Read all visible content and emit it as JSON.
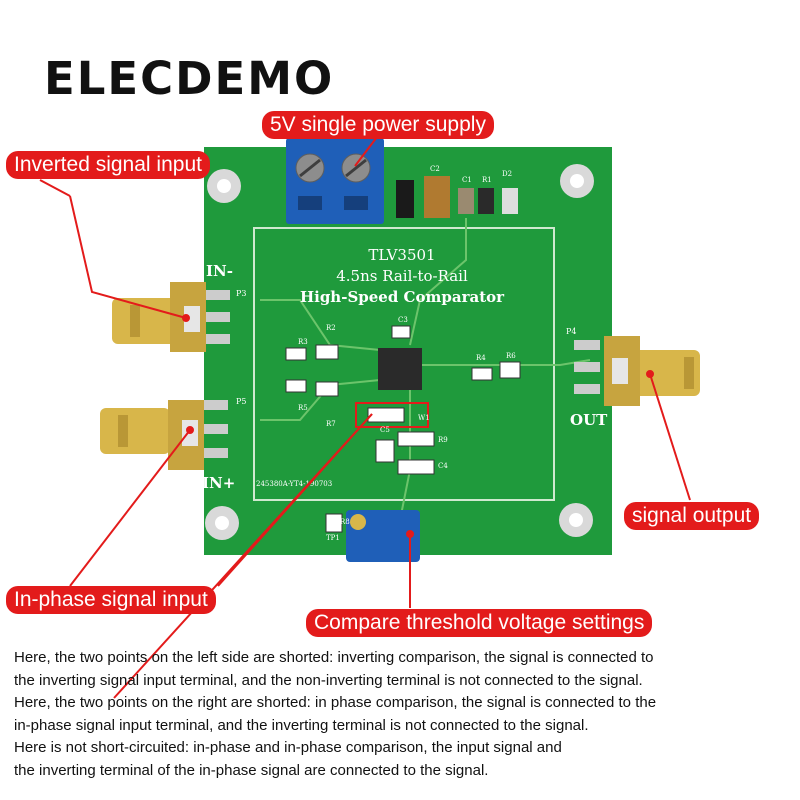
{
  "brand": "ELECDEMO",
  "callouts": {
    "power": "5V single power supply",
    "inverted_input": "Inverted signal input",
    "signal_output": "signal output",
    "inphase_input": "In-phase signal input",
    "threshold": "Compare threshold voltage settings"
  },
  "board": {
    "title_line1": "TLV3501",
    "title_line2": "4.5ns Rail-to-Rail",
    "title_line3": "High-Speed Comparator",
    "label_in_minus": "IN-",
    "label_in_plus": "IN+",
    "label_out": "OUT",
    "serial": "245380A-YT4-190703",
    "designators": {
      "p3": "P3",
      "p4": "P4",
      "p5": "P5",
      "r1": "R1",
      "r2": "R2",
      "r3": "R3",
      "r4": "R4",
      "r5": "R5",
      "r6": "R6",
      "r7": "R7",
      "r8": "R8",
      "r9": "R9",
      "c1": "C1",
      "c2": "C2",
      "c3": "C3",
      "c4": "C4",
      "c5": "C5",
      "d2": "D2",
      "w1": "W1",
      "tp1": "TP1"
    }
  },
  "notes": [
    "Here, the two points on the left side are shorted: inverting comparison, the signal is connected to",
    "the inverting signal input terminal, and the non-inverting terminal is not connected to the signal.",
    "Here, the two points on the right are shorted: in phase comparison, the signal is connected to the",
    "in-phase signal input terminal, and the inverting terminal is not connected to the signal.",
    "Here is not short-circuited: in-phase and in-phase comparison, the input signal and",
    " the inverting terminal of the in-phase signal are connected to the signal."
  ],
  "colors": {
    "pcb": "#1f9a3c",
    "callout": "#e31b1b",
    "terminal_block": "#1f5fb8",
    "sma_gold": "#d8b64a"
  }
}
